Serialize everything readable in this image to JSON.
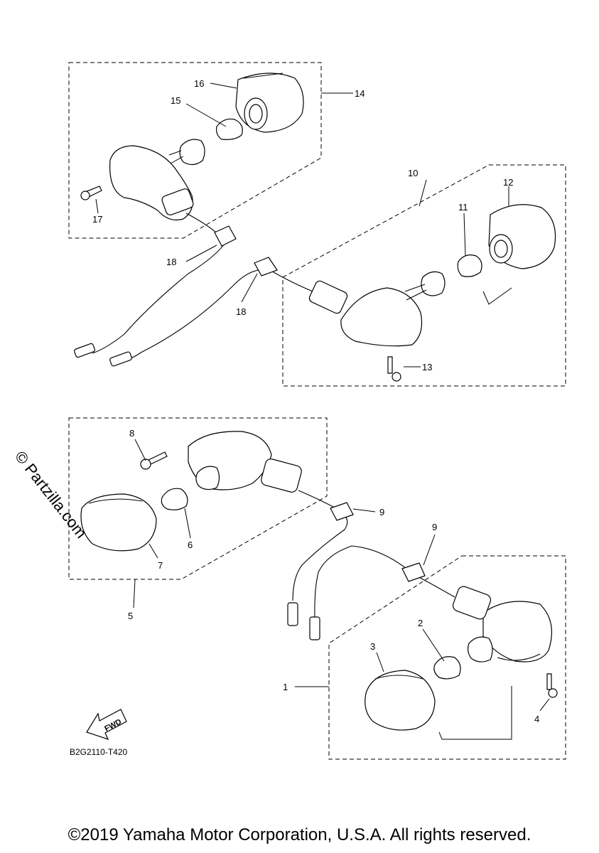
{
  "callouts": {
    "c1": "1",
    "c2": "2",
    "c3": "3",
    "c4": "4",
    "c5": "5",
    "c6": "6",
    "c7": "7",
    "c8": "8",
    "c9a": "9",
    "c9b": "9",
    "c10": "10",
    "c11": "11",
    "c12": "12",
    "c13": "13",
    "c14": "14",
    "c15": "15",
    "c16": "16",
    "c17": "17",
    "c18a": "18",
    "c18b": "18"
  },
  "fwd_label": "FWD",
  "diagram_code": "B2G2110-T420",
  "watermark": "© Partzilla.com",
  "copyright": "©2019 Yamaha Motor Corporation, U.S.A. All rights reserved."
}
